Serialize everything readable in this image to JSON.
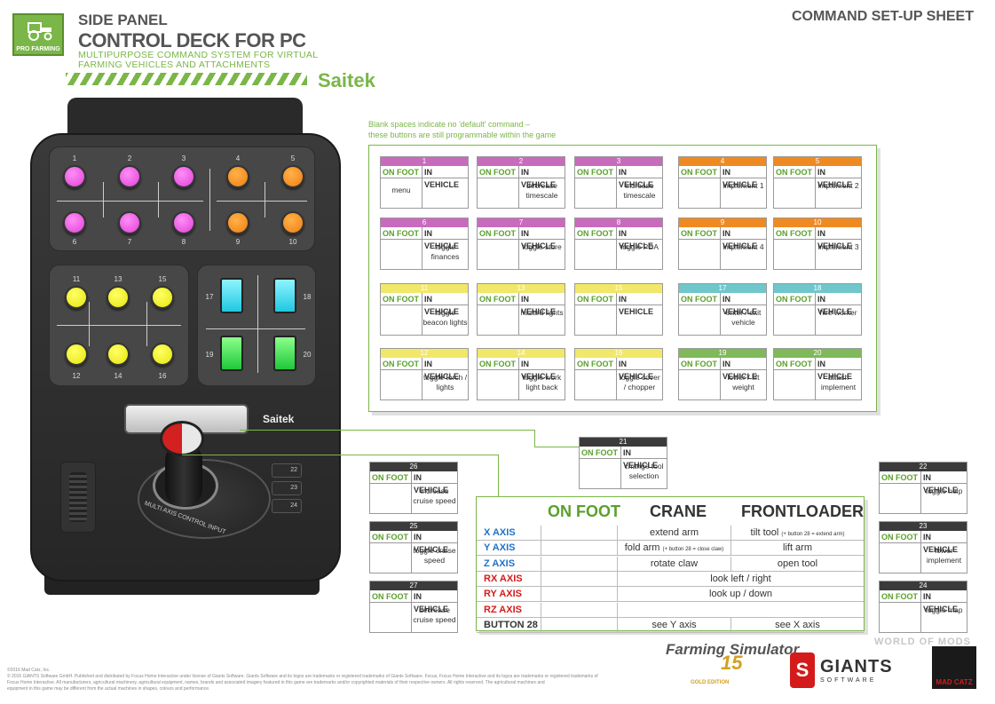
{
  "header": {
    "logo_text": "PRO FARMING",
    "side_panel": "SIDE PANEL",
    "control_deck": "CONTROL DECK FOR PC",
    "subtitle_1": "MULTIPURPOSE COMMAND SYSTEM FOR VIRTUAL",
    "subtitle_2": "FARMING VEHICLES AND ATTACHMENTS",
    "brand": "Saitek",
    "sheet_title": "COMMAND SET-UP SHEET"
  },
  "device": {
    "brand": "Saitek",
    "stick_label": "MULTI AXIS CONTROL INPUT",
    "buttons_top": [
      "1",
      "2",
      "3",
      "4",
      "5",
      "6",
      "7",
      "8",
      "9",
      "10"
    ],
    "buttons_mid": [
      "11",
      "13",
      "15",
      "12",
      "14",
      "16"
    ],
    "switches": [
      "17",
      "18",
      "19",
      "20"
    ],
    "mini_buttons": [
      "22",
      "23",
      "24"
    ]
  },
  "note": {
    "line1": "Blank spaces indicate no 'default' command –",
    "line2": "these buttons are still programmable within the game"
  },
  "cards": [
    {
      "id": "1",
      "on_foot": "menu",
      "in_vehicle": ""
    },
    {
      "id": "2",
      "on_foot": "",
      "in_vehicle": "decrease timescale"
    },
    {
      "id": "3",
      "on_foot": "",
      "in_vehicle": "increase timescale"
    },
    {
      "id": "4",
      "on_foot": "",
      "in_vehicle": "implement 1"
    },
    {
      "id": "5",
      "on_foot": "",
      "in_vehicle": "implement 2"
    },
    {
      "id": "6",
      "on_foot": "",
      "in_vehicle": "toggle finances"
    },
    {
      "id": "7",
      "on_foot": "",
      "in_vehicle": "toggle store"
    },
    {
      "id": "8",
      "on_foot": "",
      "in_vehicle": "toggle PDA"
    },
    {
      "id": "9",
      "on_foot": "",
      "in_vehicle": "implement 4"
    },
    {
      "id": "10",
      "on_foot": "",
      "in_vehicle": "implement 3"
    },
    {
      "id": "11",
      "on_foot": "",
      "in_vehicle": "toggle beacon lights"
    },
    {
      "id": "13",
      "on_foot": "",
      "in_vehicle": "hazard lights"
    },
    {
      "id": "15",
      "on_foot": "",
      "in_vehicle": ""
    },
    {
      "id": "17",
      "on_foot": "",
      "in_vehicle": "enter / exit vehicle"
    },
    {
      "id": "18",
      "on_foot": "",
      "in_vehicle": "hire worker"
    },
    {
      "id": "12",
      "on_foot": "",
      "in_vehicle": "toggle torch / lights"
    },
    {
      "id": "14",
      "on_foot": "",
      "in_vehicle": "toggle work light back"
    },
    {
      "id": "16",
      "on_foot": "",
      "in_vehicle": "toggle cover / chopper"
    },
    {
      "id": "19",
      "on_foot": "",
      "in_vehicle": "lower / lift weight"
    },
    {
      "id": "20",
      "on_foot": "",
      "in_vehicle": "attach implement"
    },
    {
      "id": "21",
      "on_foot": "",
      "in_vehicle": "change tool selection"
    },
    {
      "id": "26",
      "on_foot": "",
      "in_vehicle": "increase cruise speed"
    },
    {
      "id": "25",
      "on_foot": "",
      "in_vehicle": "toggle cruise speed"
    },
    {
      "id": "27",
      "on_foot": "",
      "in_vehicle": "decrease cruise speed"
    },
    {
      "id": "22",
      "on_foot": "",
      "in_vehicle": "toggle help"
    },
    {
      "id": "23",
      "on_foot": "",
      "in_vehicle": "lower implement"
    },
    {
      "id": "24",
      "on_foot": "",
      "in_vehicle": "toggle map"
    }
  ],
  "labels": {
    "on_foot": "ON FOOT",
    "in_vehicle": "IN VEHICLE"
  },
  "axis_table": {
    "headers": [
      "ON FOOT",
      "CRANE",
      "FRONTLOADER"
    ],
    "rows": [
      {
        "axis": "X AXIS",
        "on_foot": "",
        "crane": "extend arm",
        "frontloader": "tilt tool",
        "frontloader_note": "(+ button 28 = extend arm)"
      },
      {
        "axis": "Y AXIS",
        "on_foot": "",
        "crane": "fold arm",
        "crane_note": "(+ button 28 = close claw)",
        "frontloader": "lift arm"
      },
      {
        "axis": "Z AXIS",
        "on_foot": "",
        "crane": "rotate claw",
        "frontloader": "open tool"
      },
      {
        "axis": "RX AXIS",
        "span": "look left / right"
      },
      {
        "axis": "RY AXIS",
        "span": "look up / down"
      },
      {
        "axis": "RZ AXIS",
        "span": ""
      },
      {
        "axis": "BUTTON 28",
        "on_foot": "",
        "crane": "see Y axis",
        "frontloader": "see X axis"
      }
    ]
  },
  "footer": {
    "line1": "©2016 Mad Catz, Inc.",
    "line2": "© 2015 GIANTS Software GmbH. Published and distributed by Focus Home Interactive under license of Giants Software. Giants Software and its logos are trademarks or registered trademarks of Giants Software. Focus, Focus Home Interactive and its logos are trademarks or registered trademarks of",
    "line3": "Focus Home Interactive. All manufacturers, agricultural machinery, agricultural equipment, names, brands and associated imagery featured in this game are trademarks and/or copyrighted materials of their respective owners. All rights reserved. The agricultural machines and",
    "line4": "equipment in this game may be different from the actual machines in shapes, colours and performance.",
    "fs_title": "Farming Simulator",
    "fs_num": "15",
    "fs_edition": "GOLD EDITION",
    "giants": "GIANTS",
    "giants_sub": "SOFTWARE",
    "madcatz": "MAD CATZ",
    "watermark": "WORLD OF MODS"
  }
}
